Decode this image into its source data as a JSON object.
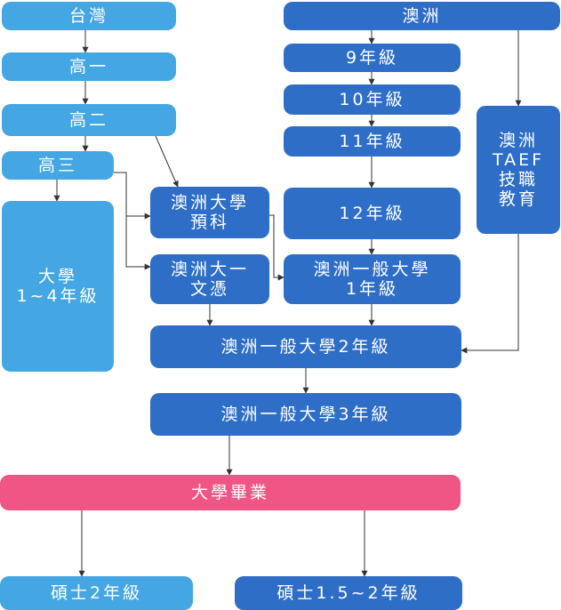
{
  "colors": {
    "taiwan_path": "#44a6e3",
    "australia_path": "#2f6ec7",
    "graduation": "#ef5686",
    "connector": "#333333",
    "text": "#ffffff"
  },
  "nodes": {
    "taiwan": "台灣",
    "grade10": "高一",
    "grade11": "高二",
    "grade12": "高三",
    "uni_years_1_4": [
      "大學",
      "1~4年級"
    ],
    "australia": "澳洲",
    "year9": "9年級",
    "year10": "10年級",
    "year11": "11年級",
    "year12": "12年級",
    "taef": [
      "澳洲",
      "TAEF",
      "技職",
      "教育"
    ],
    "foundation": [
      "澳洲大學",
      "預科"
    ],
    "diploma": [
      "澳洲大一",
      "文憑"
    ],
    "uni_year1": [
      "澳洲一般大學",
      "1年級"
    ],
    "uni_year2": "澳洲一般大學2年級",
    "uni_year3": "澳洲一般大學3年級",
    "graduation": "大學畢業",
    "master_2yr": "碩士2年級",
    "master_1_5_2yr": "碩士1.5~2年級"
  }
}
